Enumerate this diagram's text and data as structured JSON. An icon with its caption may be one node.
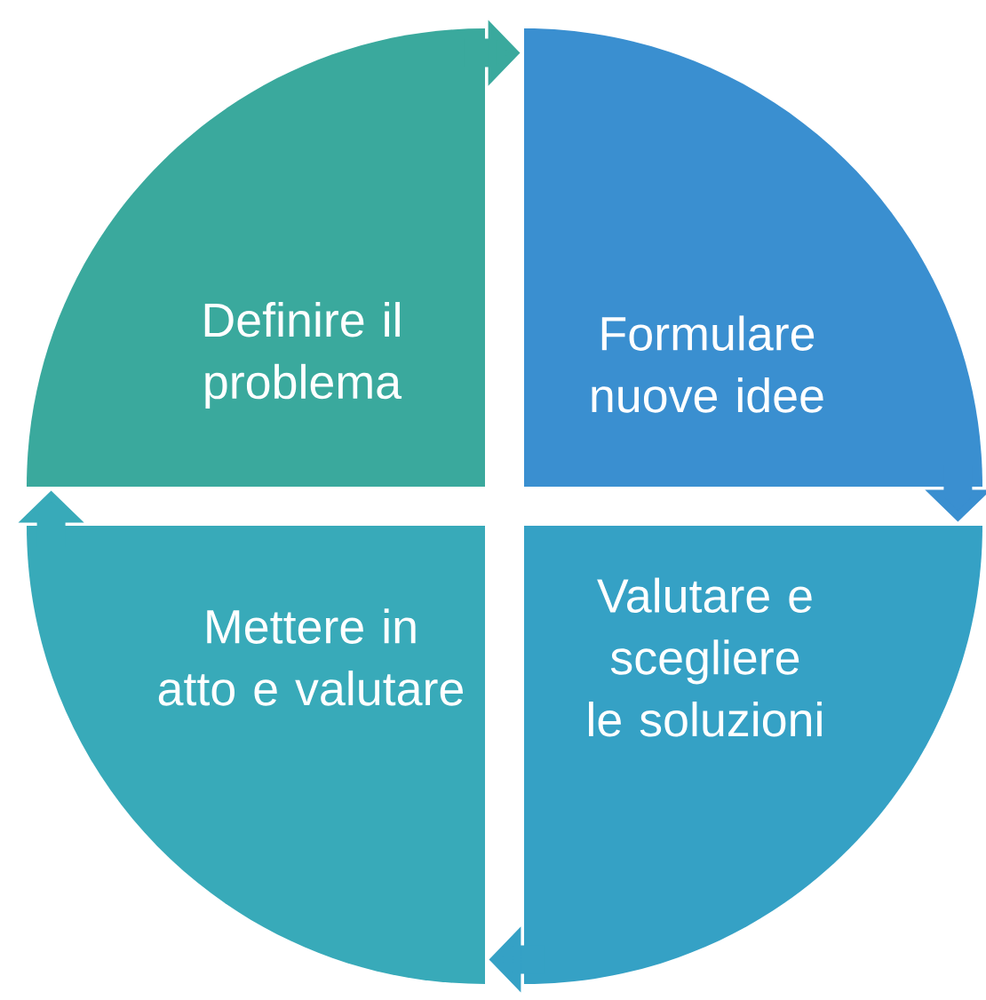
{
  "diagram": {
    "nodes": [
      {
        "text": [
          "Definire il problema"
        ]
      },
      {
        "text": [
          "Formulare nuove idee"
        ]
      },
      {
        "text": [
          "Mettere in atto e valutare"
        ]
      },
      {
        "text": [
          "Valutare e scegliere le soluzioni"
        ]
      }
    ],
    "edges": [
      {
        "from": 0,
        "to": 1,
        "arrow": "to",
        "color": "#3aa99d"
      },
      {
        "from": 1,
        "to": 3,
        "arrow": "to",
        "color": "#3a8fd0"
      },
      {
        "from": 3,
        "to": 2,
        "arrow": "to",
        "color": "#35a1c5"
      },
      {
        "from": 2,
        "to": 0,
        "arrow": "to",
        "color": "#38aab9"
      }
    ]
  }
}
